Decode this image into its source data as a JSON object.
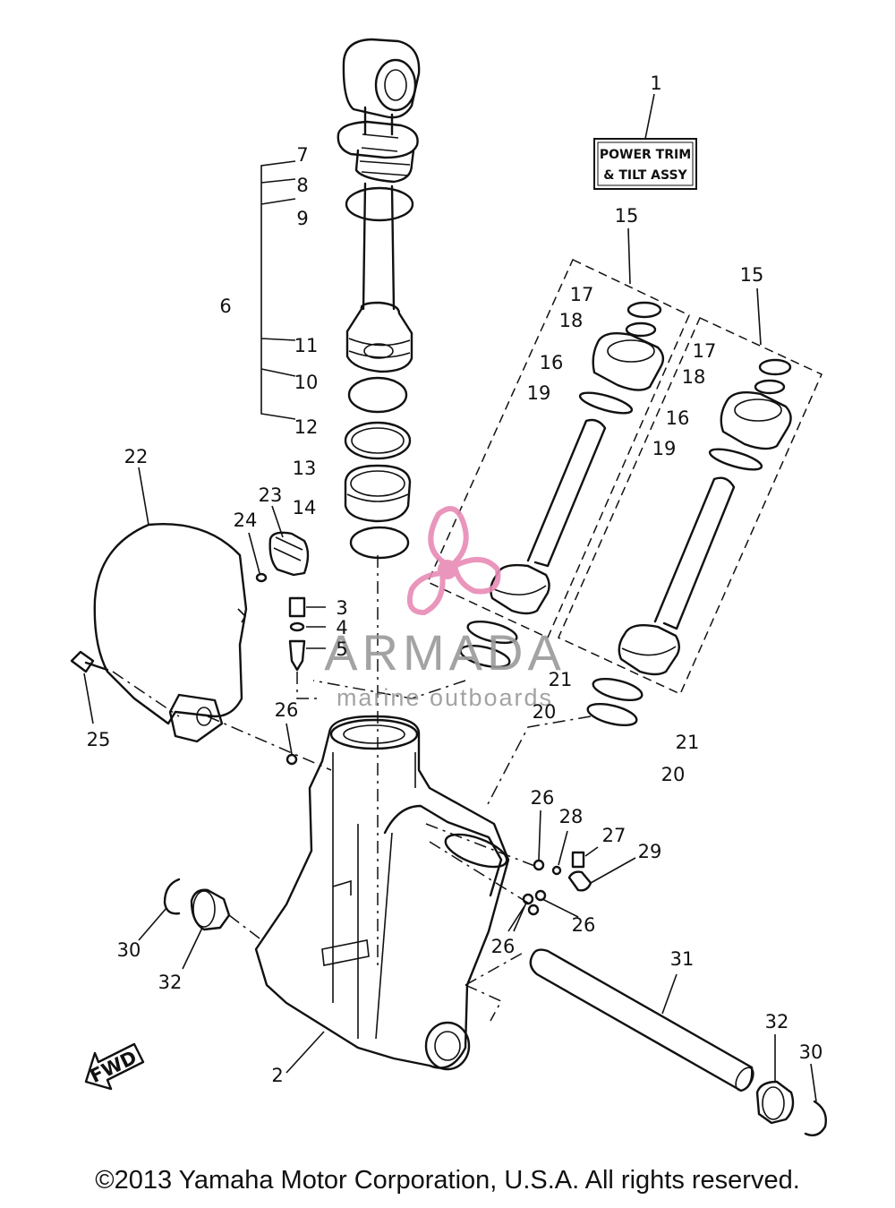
{
  "diagram": {
    "label_box": {
      "line1": "POWER TRIM",
      "line2": "& TILT ASSY"
    },
    "callouts": {
      "c1": "1",
      "c2": "2",
      "c3": "3",
      "c4": "4",
      "c5": "5",
      "c6": "6",
      "c7": "7",
      "c8": "8",
      "c9": "9",
      "c10": "10",
      "c11": "11",
      "c12": "12",
      "c13": "13",
      "c14": "14",
      "c15a": "15",
      "c15b": "15",
      "c16a": "16",
      "c16b": "16",
      "c17a": "17",
      "c17b": "17",
      "c18a": "18",
      "c18b": "18",
      "c19a": "19",
      "c19b": "19",
      "c20a": "20",
      "c20b": "20",
      "c21a": "21",
      "c21b": "21",
      "c22": "22",
      "c23": "23",
      "c24": "24",
      "c25": "25",
      "c26a": "26",
      "c26b": "26",
      "c26c": "26",
      "c26d": "26",
      "c27": "27",
      "c28": "28",
      "c29": "29",
      "c30a": "30",
      "c30b": "30",
      "c31": "31",
      "c32a": "32",
      "c32b": "32"
    },
    "fwd_arrow": "FWD",
    "watermark": {
      "brand": "ARMADA",
      "tagline": "marine outboards",
      "color": "#e88bb5"
    }
  },
  "footer": {
    "copyright": "©2013 Yamaha Motor Corporation, U.S.A. All rights reserved."
  }
}
